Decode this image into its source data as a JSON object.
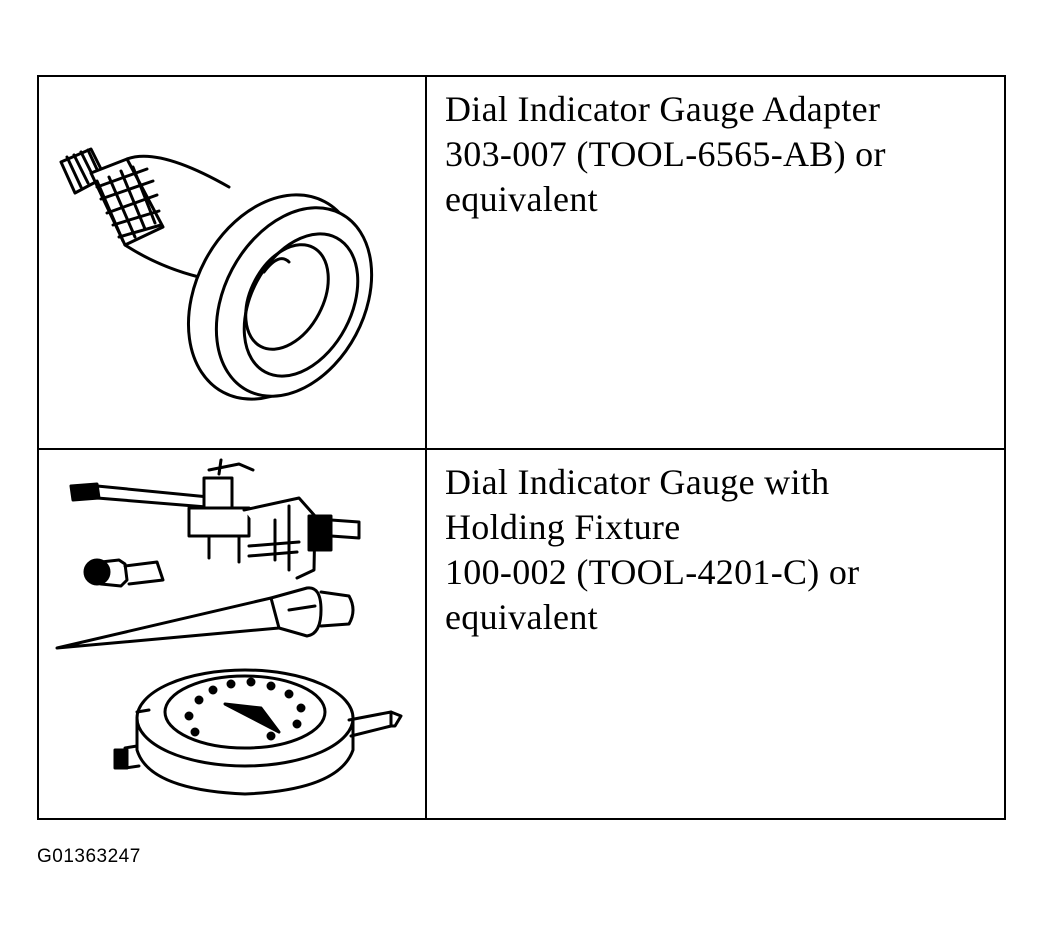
{
  "tools": [
    {
      "illustration_icon": "gauge-adapter-icon",
      "lines": [
        "Dial Indicator Gauge Adapter",
        "303-007 (TOOL-6565-AB) or",
        "equivalent"
      ]
    },
    {
      "illustration_icon": "dial-indicator-with-fixture-icon",
      "lines": [
        "Dial Indicator Gauge with",
        "Holding Fixture",
        "100-002 (TOOL-4201-C) or",
        "equivalent"
      ]
    }
  ],
  "figure_id": "G01363247"
}
